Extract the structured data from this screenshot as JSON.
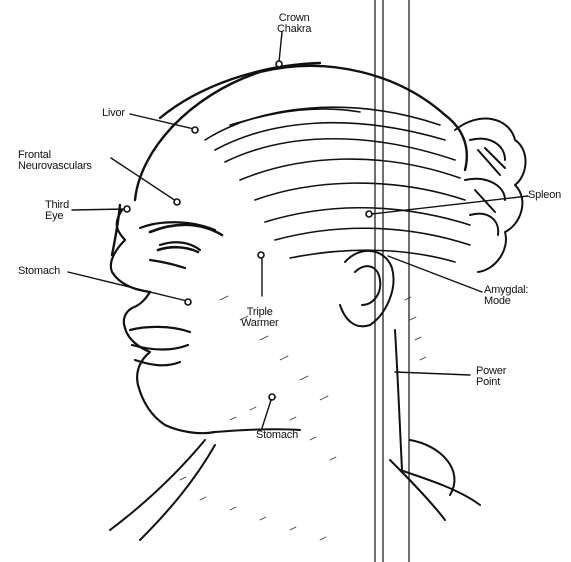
{
  "diagram": {
    "labels": {
      "crown_chakra": [
        "Crown",
        "Chakra"
      ],
      "liver": "Livor",
      "frontal": [
        "Frontal",
        "Neurovasculars"
      ],
      "third_eye": [
        "Third",
        "Eye"
      ],
      "stomach_left": "Stomach",
      "triple_warmer": [
        "Triple",
        "Warmer"
      ],
      "stomach_bottom": "Stomach",
      "spleen": "Spleon",
      "amygdala": [
        "Amygdal:",
        "Mode"
      ],
      "power_point": [
        "Power",
        "Point"
      ]
    },
    "colors": {
      "ink": "#111111",
      "paper": "#ffffff"
    }
  }
}
